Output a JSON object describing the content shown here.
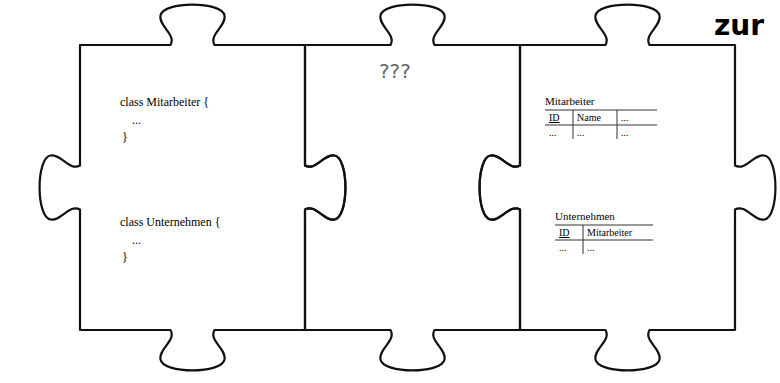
{
  "diagram": {
    "nodes": [
      {
        "text": [
          "class Mitarbeiter {",
          "...",
          "}",
          "class Unternehmen {",
          "...",
          "}"
        ]
      },
      {
        "text": [
          "???"
        ]
      },
      {
        "text": []
      },
      {
        "text": [
          "Mitarbeiter"
        ],
        "in": 2
      },
      {
        "text": [
          "Unternehmen"
        ],
        "in": 2
      }
    ],
    "labels": [
      "zur",
      "ID",
      "Name",
      "...",
      "...",
      "...",
      "...",
      "ID",
      "Mitarbeiter",
      "...",
      "..."
    ]
  }
}
